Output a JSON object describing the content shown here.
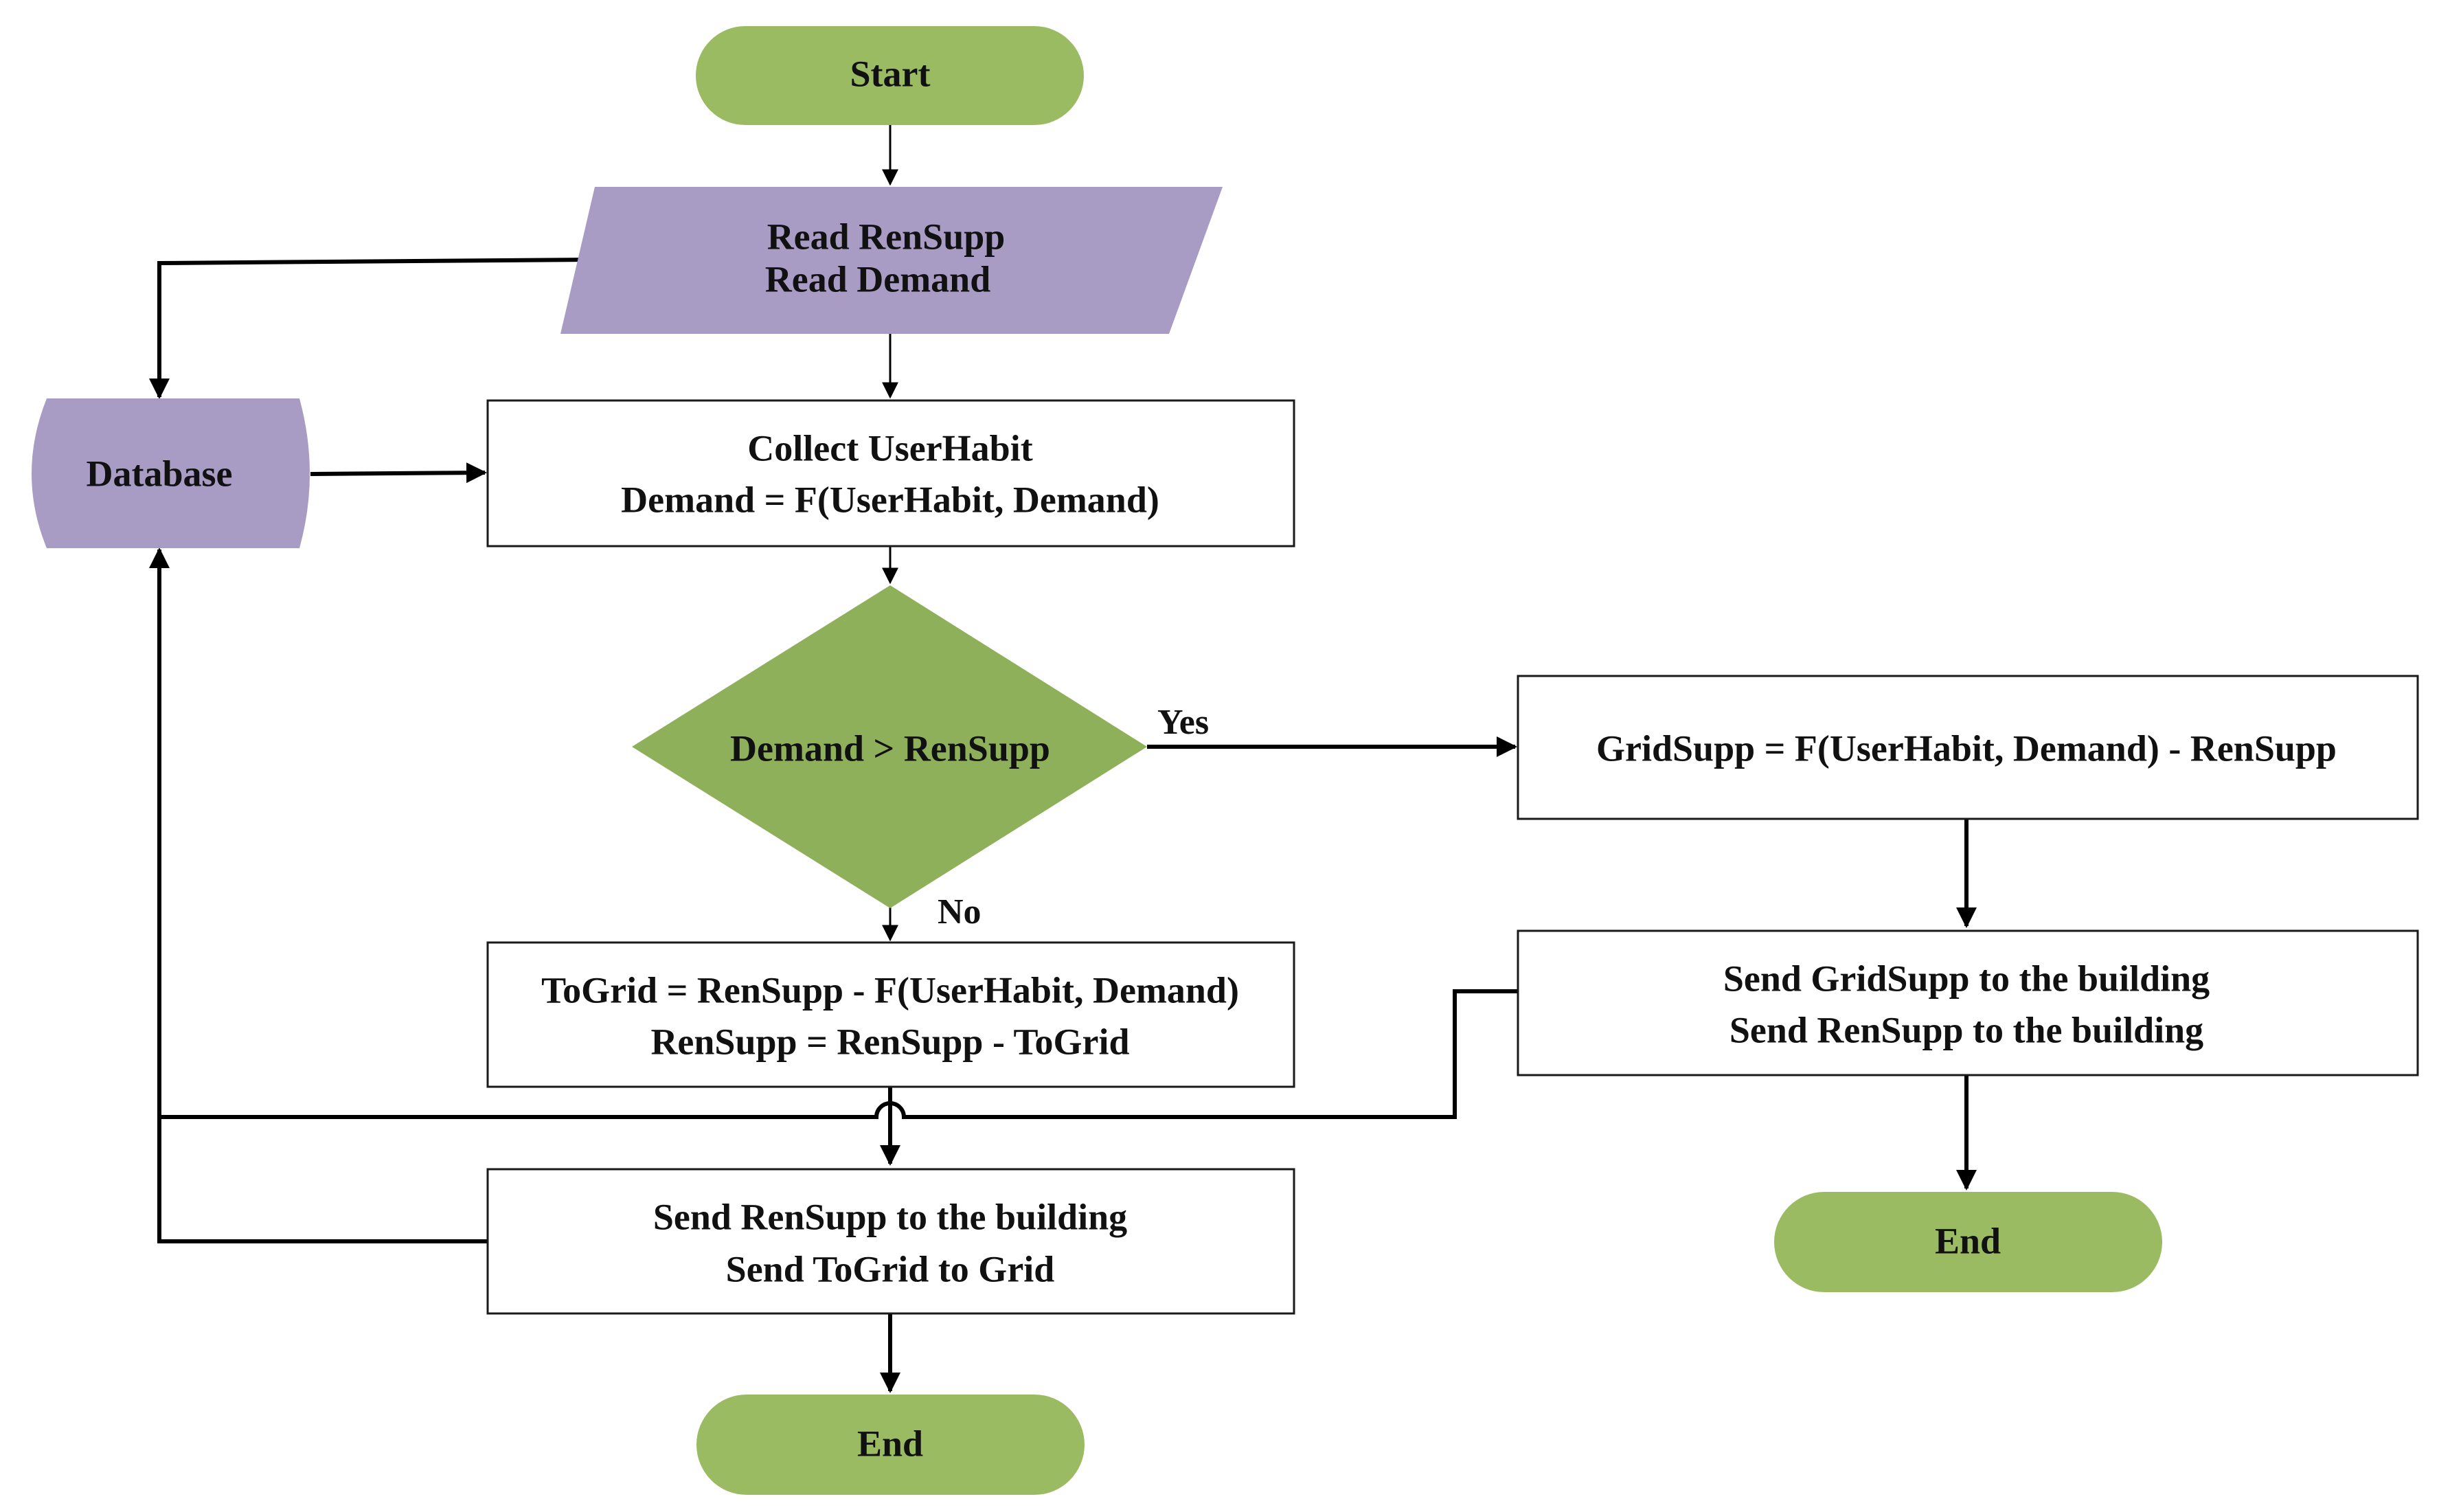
{
  "colors": {
    "terminal": "#9bbb63",
    "io": "#a89bc4",
    "decision": "#8fb05a",
    "box_border": "#1a1a1a",
    "line": "#000000"
  },
  "nodes": {
    "start": {
      "label": "Start"
    },
    "read": {
      "line1": "Read RenSupp",
      "line2": "Read Demand"
    },
    "database": {
      "label": "Database"
    },
    "collect": {
      "line1": "Collect UserHabit",
      "line2": "Demand = F(UserHabit, Demand)"
    },
    "decision": {
      "label": "Demand > RenSupp"
    },
    "grid_supp": {
      "label": "GridSupp = F(UserHabit, Demand) - RenSupp"
    },
    "send_grid": {
      "line1": "Send GridSupp to the building",
      "line2": "Send RenSupp to the building"
    },
    "end_right": {
      "label": "End"
    },
    "to_grid": {
      "line1": "ToGrid = RenSupp - F(UserHabit, Demand)",
      "line2": "RenSupp = RenSupp - ToGrid"
    },
    "send_ren": {
      "line1": "Send RenSupp to the building",
      "line2": "Send ToGrid  to Grid"
    },
    "end_bottom": {
      "label": "End"
    }
  },
  "edges": {
    "yes_label": "Yes",
    "no_label": "No"
  }
}
